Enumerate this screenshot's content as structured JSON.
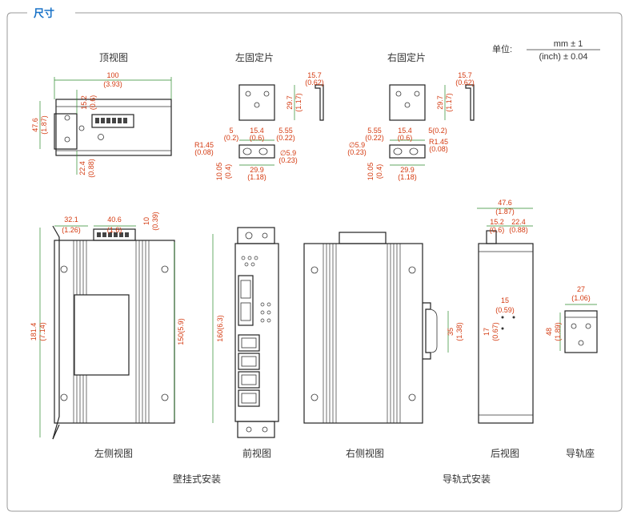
{
  "header": {
    "title": "尺寸",
    "accent": "#1a73c8"
  },
  "units": {
    "label": "单位:",
    "numerator": "mm ± 1",
    "denominator": "(inch) ± 0.04"
  },
  "views": {
    "top": "顶视图",
    "left_bracket": "左固定片",
    "right_bracket": "右固定片",
    "left_side": "左侧视图",
    "front": "前视图",
    "right_side": "右侧视图",
    "rear": "后视图",
    "rail_base": "导轨座"
  },
  "groups": {
    "wall": "壁挂式安装",
    "rail": "导轨式安装"
  },
  "dims": {
    "top": [
      {
        "mm": "100",
        "in": "(3.93)"
      },
      {
        "mm": "15.2",
        "in": "(0.6)"
      },
      {
        "mm": "47.6",
        "in": "(1.87)"
      },
      {
        "mm": "22.4",
        "in": "(0.88)"
      }
    ],
    "bracket_l": [
      {
        "mm": "15.7",
        "in": "(0.62)"
      },
      {
        "mm": "29.7",
        "in": "(1.17)"
      },
      {
        "mm": "5",
        "in": "(0.2)"
      },
      {
        "mm": "15.4",
        "in": "(0.6)"
      },
      {
        "mm": "5.55",
        "in": "(0.22)"
      },
      {
        "mm": "R1.45",
        "in": "(0.08)"
      },
      {
        "mm": "∅5.9",
        "in": "(0.23)"
      },
      {
        "mm": "10.05",
        "in": "(0.4)"
      },
      {
        "mm": "29.9",
        "in": "(1.18)"
      }
    ],
    "bracket_r": [
      {
        "mm": "15.7",
        "in": "(0.62)"
      },
      {
        "mm": "29.7",
        "in": "(1.17)"
      },
      {
        "mm": "5.55",
        "in": "(0.22)"
      },
      {
        "mm": "15.4",
        "in": "(0.6)"
      },
      {
        "mm": "5(0.2)",
        "in": ""
      },
      {
        "mm": "∅5.9",
        "in": "(0.23)"
      },
      {
        "mm": "R1.45",
        "in": "(0.08)"
      },
      {
        "mm": "10.05",
        "in": "(0.4)"
      },
      {
        "mm": "29.9",
        "in": "(1.18)"
      }
    ],
    "left_side": [
      {
        "mm": "32.1",
        "in": "(1.26)"
      },
      {
        "mm": "40.6",
        "in": "(1.6)"
      },
      {
        "mm": "10",
        "in": "(0.39)"
      },
      {
        "mm": "181.4",
        "in": "(7.14)"
      },
      {
        "mm": "150(5.9)",
        "in": ""
      }
    ],
    "front": [
      {
        "mm": "160(6.3)",
        "in": ""
      }
    ],
    "right_side": [
      {
        "mm": "35",
        "in": "(1.38)"
      }
    ],
    "rear": [
      {
        "mm": "47.6",
        "in": "(1.87)"
      },
      {
        "mm": "15.2",
        "in": "(0.6)"
      },
      {
        "mm": "22.4",
        "in": "(0.88)"
      },
      {
        "mm": "15",
        "in": "(0.59)"
      },
      {
        "mm": "17",
        "in": "(0.67)"
      }
    ],
    "rail": [
      {
        "mm": "27",
        "in": "(1.06)"
      },
      {
        "mm": "48",
        "in": "(1.89)"
      }
    ]
  }
}
